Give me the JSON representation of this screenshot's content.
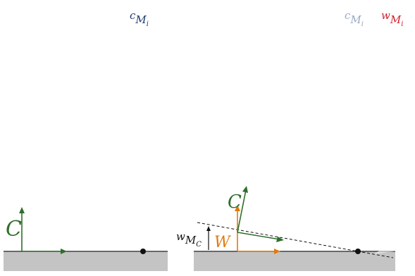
{
  "labels": {
    "left_head": "c",
    "left_head_sub": "M",
    "left_head_subsub": "i",
    "ghost_head": "c",
    "ghost_head_sub": "M",
    "ghost_head_subsub": "i",
    "red_head": "w",
    "red_head_sub": "M",
    "red_head_subsub": "i",
    "left_frame": "C",
    "right_frame_c": "C",
    "right_frame_w": "W",
    "transform": "w",
    "transform_sub": "M",
    "transform_subsub": "C"
  },
  "colors": {
    "navy": "#1e3a6e",
    "red": "#d32030",
    "green": "#2f6e2b",
    "orange": "#e07a10",
    "ground": "#c4c4c4",
    "ghost": "#9aa9c2"
  }
}
